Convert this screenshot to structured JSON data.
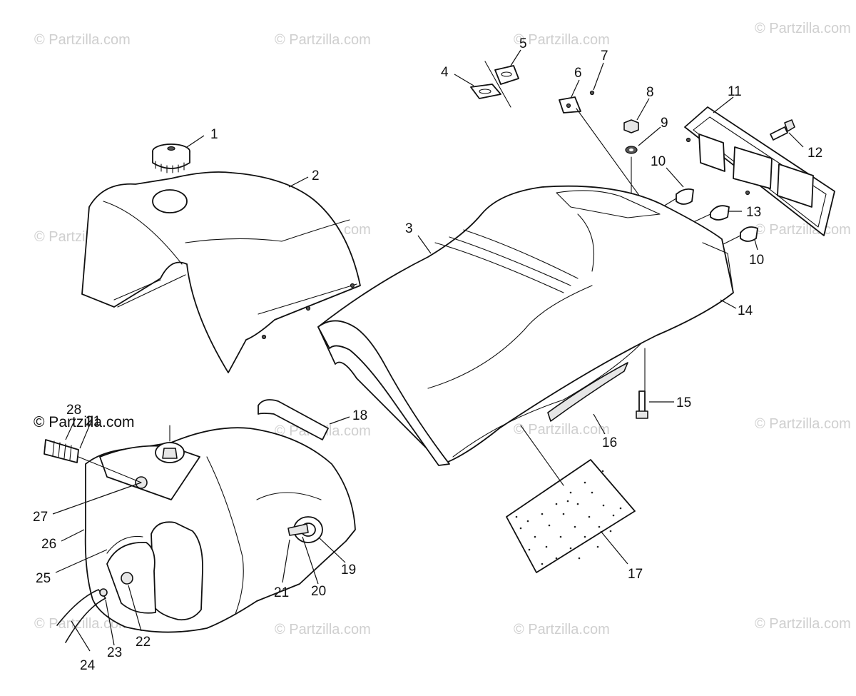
{
  "watermark": "© Partzilla.com",
  "callouts": [
    "1",
    "2",
    "3",
    "4",
    "5",
    "6",
    "7",
    "8",
    "9",
    "10",
    "11",
    "12",
    "13",
    "10",
    "14",
    "15",
    "16",
    "17",
    "18",
    "28",
    "21",
    "27",
    "26",
    "25",
    "24",
    "23",
    "22",
    "21",
    "20",
    "19"
  ]
}
